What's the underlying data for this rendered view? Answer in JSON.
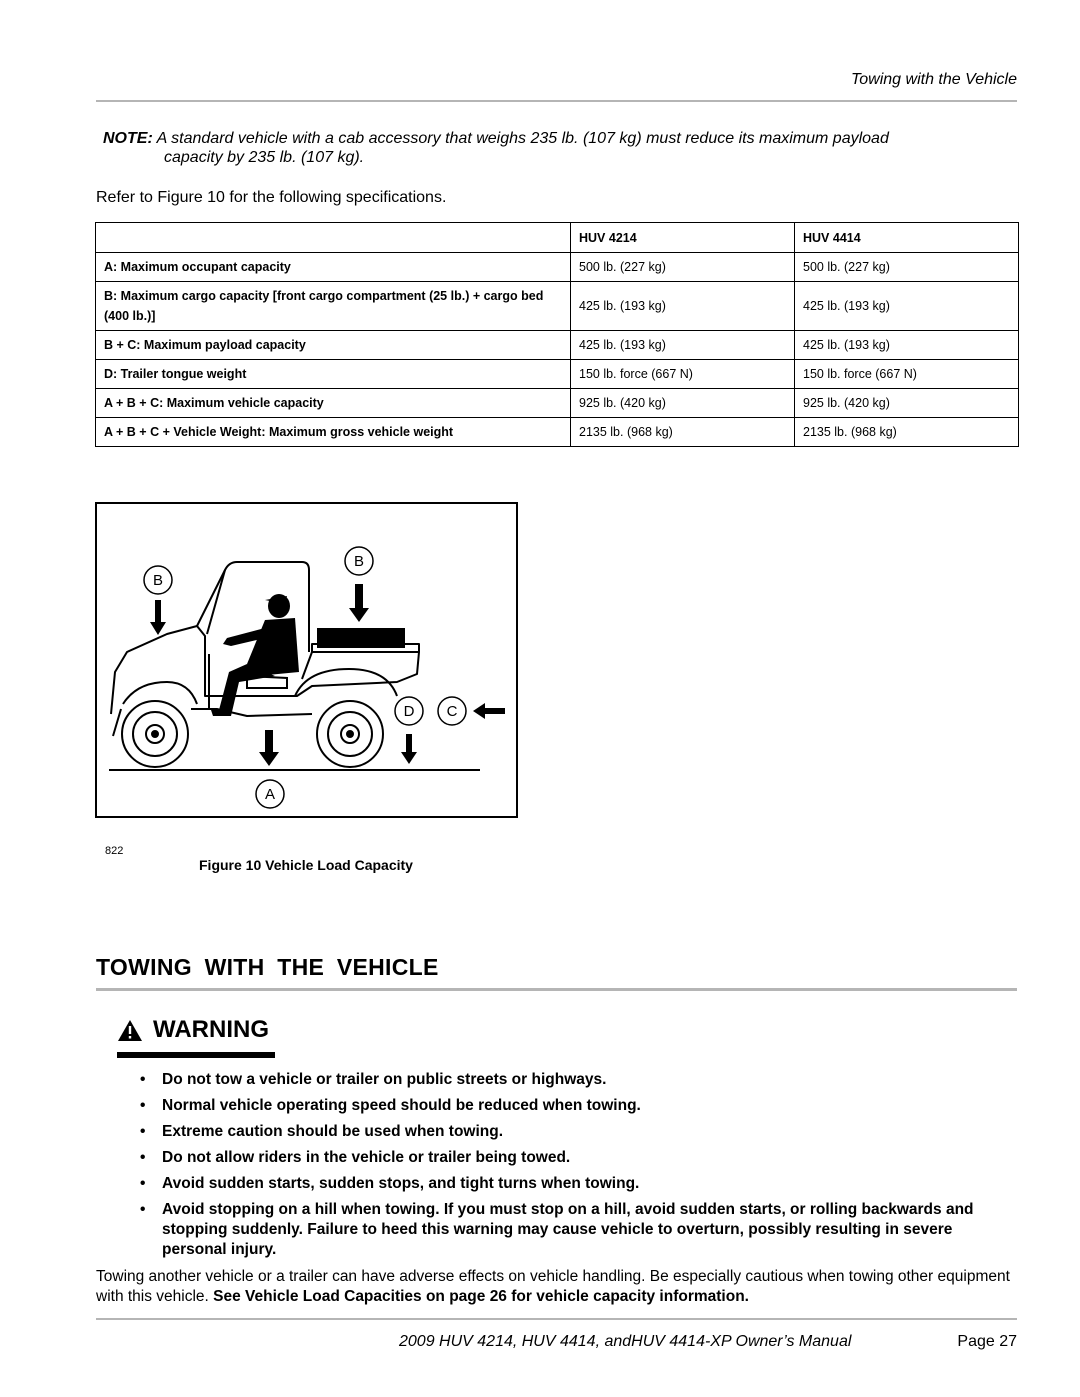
{
  "header": {
    "title": "Towing with the Vehicle"
  },
  "note": {
    "prefix": "NOTE:",
    "line1": "A standard vehicle with a cab accessory that weighs 235 lb.  (107 kg) must reduce its maximum payload",
    "line2": "capacity by 235 lb.  (107 kg)."
  },
  "intro": "Refer to Figure 10 for the following specifications.",
  "table": {
    "headers": [
      "",
      "HUV 4214",
      "HUV 4414"
    ],
    "rows": [
      {
        "label": "A: Maximum occupant capacity",
        "huv4214": "500 lb.  (227 kg)",
        "huv4414": "500 lb.  (227 kg)"
      },
      {
        "label": "B: Maximum cargo capacity [front cargo compartment (25 lb.) + cargo bed (400 lb.)]",
        "huv4214": "425 lb.  (193 kg)",
        "huv4414": "425 lb.  (193 kg)"
      },
      {
        "label": "B + C: Maximum payload capacity",
        "huv4214": "425 lb.  (193 kg)",
        "huv4414": "425 lb.  (193 kg)"
      },
      {
        "label": "D: Trailer tongue weight",
        "huv4214": "150 lb.  force (667 N)",
        "huv4414": "150 lb.  force (667 N)"
      },
      {
        "label": "A + B + C: Maximum vehicle capacity",
        "huv4214": "925 lb.  (420 kg)",
        "huv4414": "925 lb.  (420 kg)"
      },
      {
        "label": "A + B + C + Vehicle Weight:  Maximum gross vehicle weight",
        "huv4214": "2135 lb.  (968 kg)",
        "huv4414": "2135 lb.  (968 kg)"
      }
    ]
  },
  "figure": {
    "number": "822",
    "caption": "Figure 10   Vehicle Load Capacity",
    "labels": {
      "b_front": "B",
      "b_bed": "B",
      "d": "D",
      "c": "C",
      "a": "A"
    }
  },
  "section": {
    "title": "TOWING WITH THE VEHICLE"
  },
  "warning": {
    "title": "WARNING",
    "bullets": [
      "Do not tow a vehicle or trailer on public streets or highways.",
      "Normal vehicle operating speed should be reduced when towing.",
      "Extreme caution should be used when towing.",
      "Do not allow riders in the vehicle or trailer being towed.",
      "Avoid sudden starts, sudden stops, and tight turns when towing.",
      "Avoid stopping on a hill when towing.  If you must stop on a hill, avoid sudden starts, or rolling backwards and stopping suddenly.  Failure to heed this warning may cause vehicle to overturn, possibly resulting in severe personal injury."
    ]
  },
  "paragraph": {
    "text": "Towing another vehicle or a trailer can have adverse effects on vehicle handling.  Be especially cautious when towing other equipment with this vehicle. ",
    "bold": "See Vehicle Load Capacities on page 26 for vehicle capacity information."
  },
  "footer": {
    "manual": "2009 HUV 4214, HUV 4414, andHUV 4414-XP Owner’s Manual",
    "page": "Page 27"
  }
}
